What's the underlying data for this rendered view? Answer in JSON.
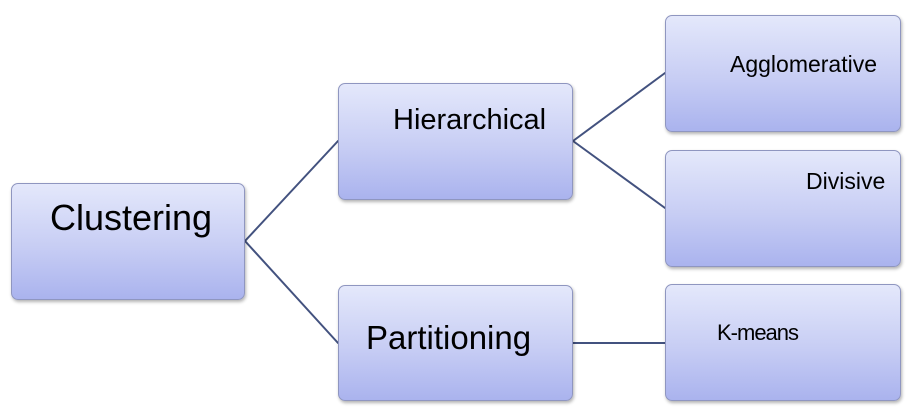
{
  "colors": {
    "connector": "#43527f",
    "node_border": "#8f96c0",
    "node_fill_top": "#e4e8fb",
    "node_fill_bottom": "#aab3ee",
    "text": "#000000"
  },
  "nodes": {
    "root": "Clustering",
    "hierarchical": "Hierarchical",
    "partitioning": "Partitioning",
    "agglomerative": "Agglomerative",
    "divisive": "Divisive",
    "kmeans": "K-means"
  },
  "edges": [
    [
      "root",
      "hierarchical"
    ],
    [
      "root",
      "partitioning"
    ],
    [
      "hierarchical",
      "agglomerative"
    ],
    [
      "hierarchical",
      "divisive"
    ],
    [
      "partitioning",
      "kmeans"
    ]
  ]
}
